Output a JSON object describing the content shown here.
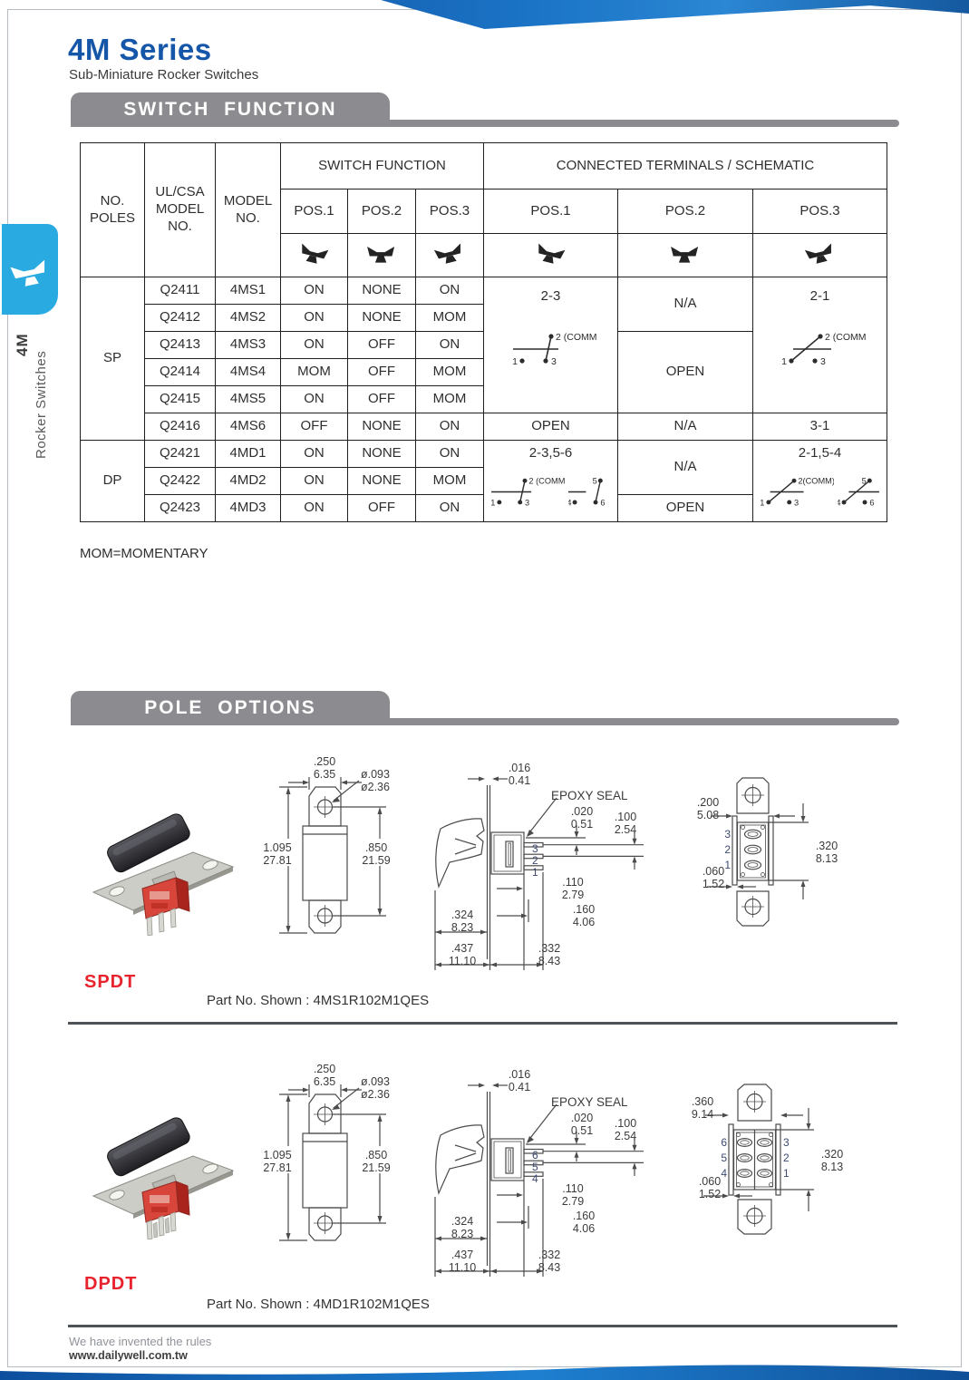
{
  "header": {
    "title": "4M Series",
    "subtitle": "Sub-Miniature Rocker Switches",
    "accent_color": "#1556a8"
  },
  "sidebar": {
    "series": "4M",
    "series_label": "Rocker Switches",
    "tab_color": "#29abe2"
  },
  "sections": {
    "switch_function": "SWITCH FUNCTION",
    "pole_options": "POLE OPTIONS"
  },
  "function_table": {
    "col_headers": {
      "poles": "NO. POLES",
      "ulcsa": "UL/CSA MODEL NO.",
      "model": "MODEL NO.",
      "function_group": "SWITCH FUNCTION",
      "terminals_group": "CONNECTED TERMINALS / SCHEMATIC",
      "pos1": "POS.1",
      "pos2": "POS.2",
      "pos3": "POS.3"
    },
    "pole_groups": {
      "sp": "SP",
      "dp": "DP"
    },
    "rows": [
      {
        "ul": "Q2411",
        "model": "4MS1",
        "pos1": "ON",
        "pos2": "NONE",
        "pos3": "ON"
      },
      {
        "ul": "Q2412",
        "model": "4MS2",
        "pos1": "ON",
        "pos2": "NONE",
        "pos3": "MOM"
      },
      {
        "ul": "Q2413",
        "model": "4MS3",
        "pos1": "ON",
        "pos2": "OFF",
        "pos3": "ON"
      },
      {
        "ul": "Q2414",
        "model": "4MS4",
        "pos1": "MOM",
        "pos2": "OFF",
        "pos3": "MOM"
      },
      {
        "ul": "Q2415",
        "model": "4MS5",
        "pos1": "ON",
        "pos2": "OFF",
        "pos3": "MOM"
      },
      {
        "ul": "Q2416",
        "model": "4MS6",
        "pos1": "OFF",
        "pos2": "NONE",
        "pos3": "ON"
      },
      {
        "ul": "Q2421",
        "model": "4MD1",
        "pos1": "ON",
        "pos2": "NONE",
        "pos3": "ON"
      },
      {
        "ul": "Q2422",
        "model": "4MD2",
        "pos1": "ON",
        "pos2": "NONE",
        "pos3": "MOM"
      },
      {
        "ul": "Q2423",
        "model": "4MD3",
        "pos1": "ON",
        "pos2": "OFF",
        "pos3": "ON"
      }
    ],
    "terminals": {
      "sp": {
        "pos1_top": "2-3",
        "pos2_top": "N/A",
        "pos3_top": "2-1",
        "pos2_mid": "OPEN",
        "row6": {
          "pos1": "OPEN",
          "pos2": "N/A",
          "pos3": "3-1"
        }
      },
      "dp": {
        "pos1_top": "2-3,5-6",
        "pos2_top": "N/A",
        "pos3_top": "2-1,5-4",
        "pos2_bottom": "OPEN"
      }
    },
    "schematic": {
      "t1": "1",
      "t2_comm": "2 (COMM)",
      "t2_comm_tight": "2(COMM)",
      "t3": "3",
      "t4": "4",
      "t5": "5",
      "t6": "6"
    },
    "note": "MOM=MOMENTARY"
  },
  "spdt": {
    "label": "SPDT",
    "label_color": "#e8232e",
    "part_no": "Part No. Shown : 4MS1R102M1QES",
    "front": {
      "width_in": ".250",
      "width_mm": "6.35",
      "hole_in": "ø.093",
      "hole_mm": "ø2.36",
      "height_in": "1.095",
      "height_mm": "27.81",
      "holes_in": ".850",
      "holes_mm": "21.59"
    },
    "side": {
      "plate_in": ".016",
      "plate_mm": "0.41",
      "epoxy": "EPOXY SEAL",
      "seal_in": ".020",
      "seal_mm": "0.51",
      "pitch_in": ".100",
      "pitch_mm": "2.54",
      "d1_in": ".110",
      "d1_mm": "2.79",
      "d2_in": ".160",
      "d2_mm": "4.06",
      "d3_in": ".324",
      "d3_mm": "8.23",
      "d4_in": ".437",
      "d4_mm": "11.10",
      "d5_in": ".332",
      "d5_mm": "8.43",
      "terminals": [
        "3",
        "2",
        "1"
      ]
    },
    "end": {
      "width_in": ".200",
      "width_mm": "5.08",
      "span_in": ".320",
      "span_mm": "8.13",
      "gap_in": ".060",
      "gap_mm": "1.52",
      "left_terminals": [
        "3",
        "2",
        "1"
      ]
    }
  },
  "dpdt": {
    "label": "DPDT",
    "label_color": "#e8232e",
    "part_no": "Part No. Shown : 4MD1R102M1QES",
    "front": {
      "width_in": ".250",
      "width_mm": "6.35",
      "hole_in": "ø.093",
      "hole_mm": "ø2.36",
      "height_in": "1.095",
      "height_mm": "27.81",
      "holes_in": ".850",
      "holes_mm": "21.59"
    },
    "side": {
      "plate_in": ".016",
      "plate_mm": "0.41",
      "epoxy": "EPOXY SEAL",
      "seal_in": ".020",
      "seal_mm": "0.51",
      "pitch_in": ".100",
      "pitch_mm": "2.54",
      "d1_in": ".110",
      "d1_mm": "2.79",
      "d2_in": ".160",
      "d2_mm": "4.06",
      "d3_in": ".324",
      "d3_mm": "8.23",
      "d4_in": ".437",
      "d4_mm": "11.10",
      "d5_in": ".332",
      "d5_mm": "8.43",
      "terminals": [
        "6",
        "5",
        "4"
      ]
    },
    "end": {
      "width_in": ".360",
      "width_mm": "9.14",
      "span_in": ".320",
      "span_mm": "8.13",
      "gap_in": ".060",
      "gap_mm": "1.52",
      "left_terminals": [
        "6",
        "5",
        "4"
      ],
      "right_terminals": [
        "3",
        "2",
        "1"
      ]
    }
  },
  "footer": {
    "tagline": "We have invented the rules",
    "url": "www.dailywell.com.tw"
  }
}
